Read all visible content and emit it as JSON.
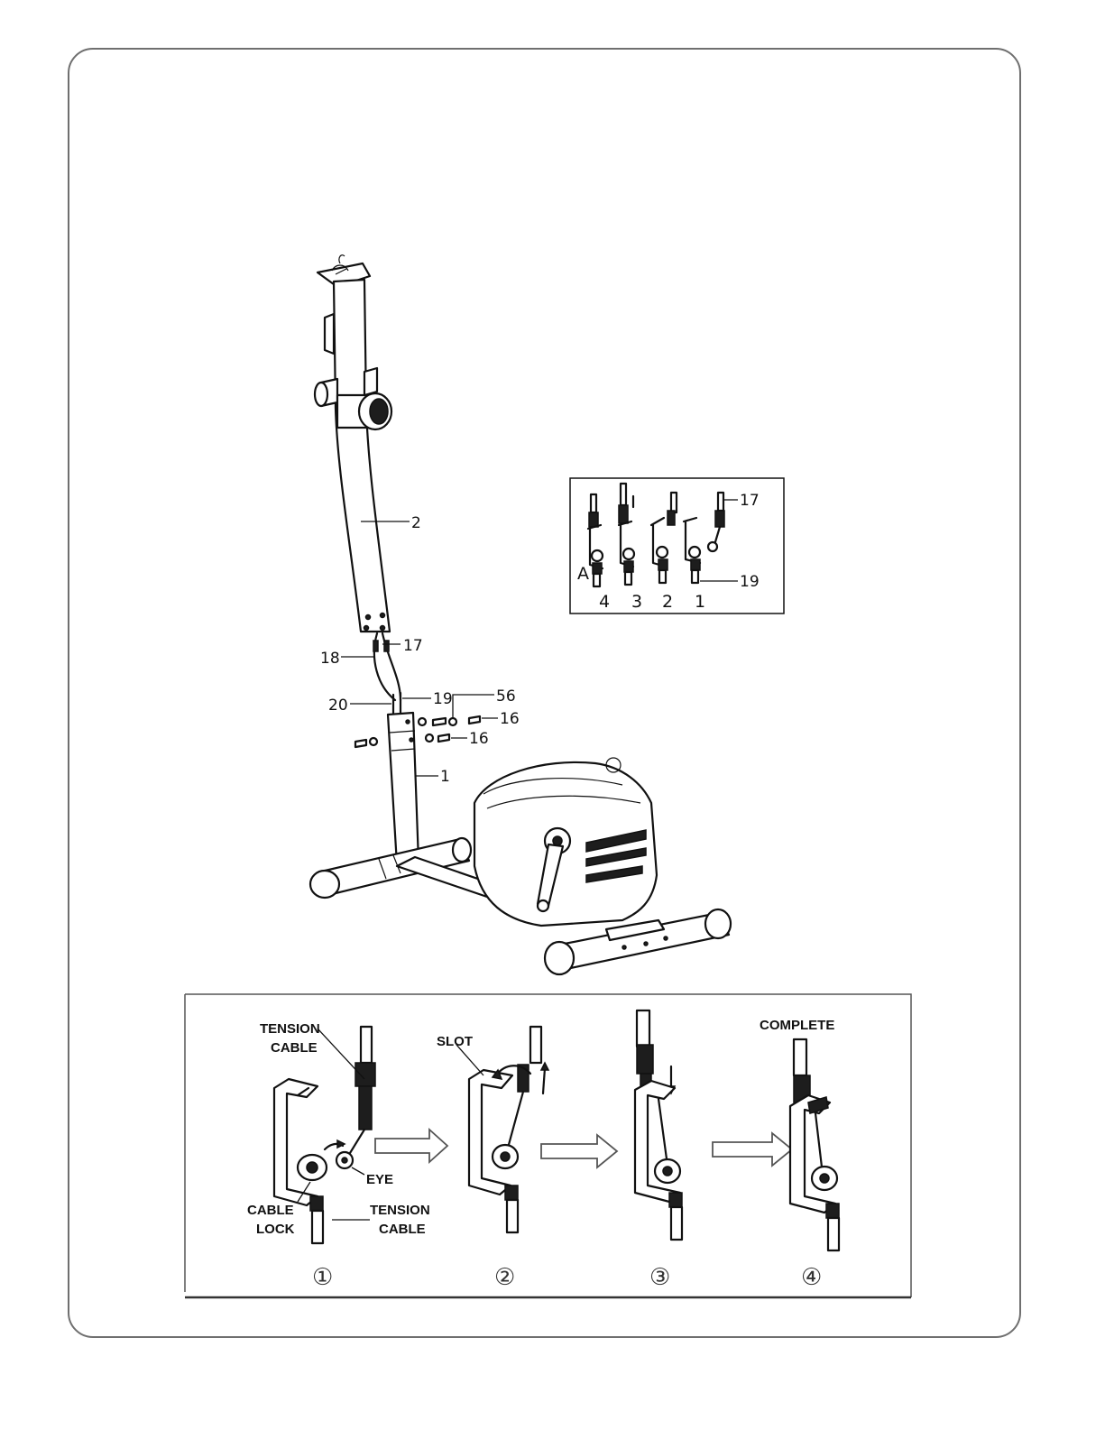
{
  "figure": {
    "parts": {
      "p2": "2",
      "p17_top": "17",
      "p18": "18",
      "p20": "20",
      "p19": "19",
      "p56": "56",
      "p16_a": "16",
      "p16_b": "16",
      "p1": "1"
    },
    "detail_a": {
      "letter": "A",
      "p17": "17",
      "p19": "19",
      "steps": [
        "4",
        "3",
        "2",
        "1"
      ]
    },
    "instructions": {
      "tension_cable_top": [
        "TENSION",
        "CABLE"
      ],
      "cable_lock": [
        "CABLE",
        "LOCK"
      ],
      "tension_cable_bottom": [
        "TENSION",
        "CABLE"
      ],
      "eye": "EYE",
      "slot": "SLOT",
      "complete": "COMPLETE",
      "step_numbers": [
        "①",
        "②",
        "③",
        "④"
      ]
    }
  }
}
